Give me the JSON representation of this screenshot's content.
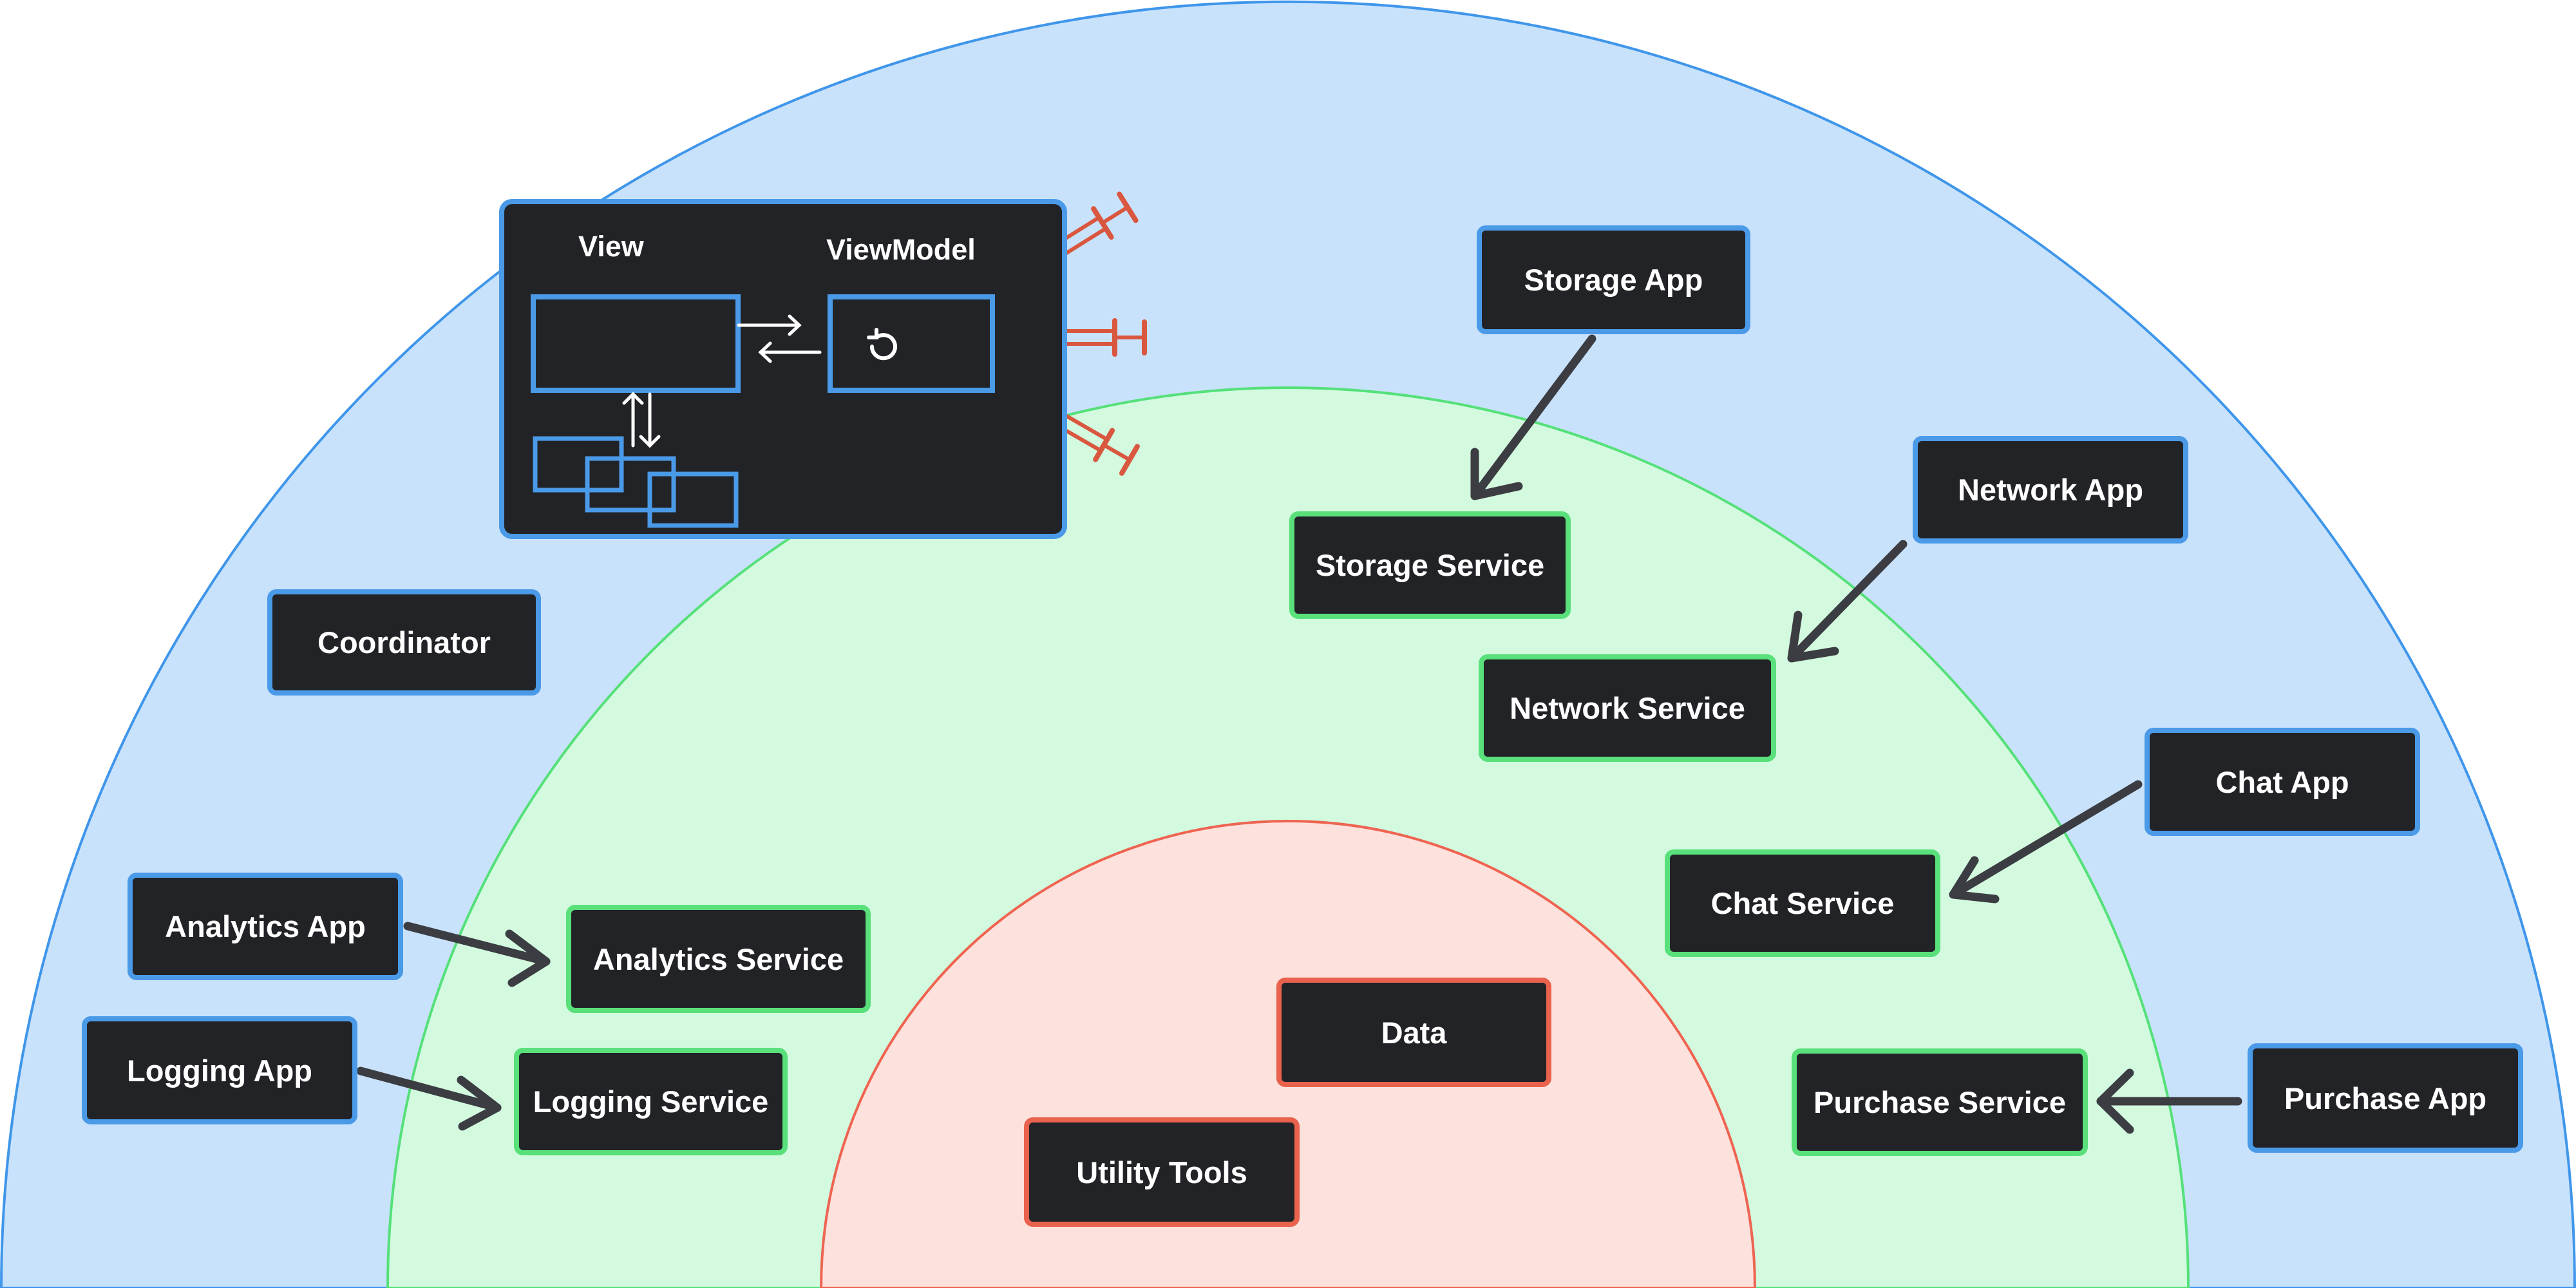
{
  "colors": {
    "outer_ring_fill": "#c9e2fb",
    "outer_ring_stroke": "#3f96ea",
    "middle_ring_fill": "#d3fadf",
    "middle_ring_stroke": "#55e07a",
    "inner_ring_fill": "#fde1dd",
    "inner_ring_stroke": "#ee6450",
    "box_fill": "#222327",
    "app_border": "#4a9ae8",
    "service_border": "#59e07a",
    "core_border": "#e8624d",
    "arrow": "#3b3d42",
    "syringe": "#d9573f"
  },
  "mvvm": {
    "view_label": "View",
    "viewmodel_label": "ViewModel",
    "icons": [
      "refresh-icon",
      "syringe-icon"
    ]
  },
  "outer_layer": {
    "coordinator": "Coordinator",
    "storage_app": "Storage App",
    "network_app": "Network App",
    "chat_app": "Chat App",
    "purchase_app": "Purchase App",
    "analytics_app": "Analytics App",
    "logging_app": "Logging App"
  },
  "middle_layer": {
    "storage_service": "Storage Service",
    "network_service": "Network Service",
    "chat_service": "Chat Service",
    "purchase_service": "Purchase Service",
    "analytics_service": "Analytics Service",
    "logging_service": "Logging Service"
  },
  "inner_layer": {
    "data": "Data",
    "utility_tools": "Utility Tools"
  }
}
